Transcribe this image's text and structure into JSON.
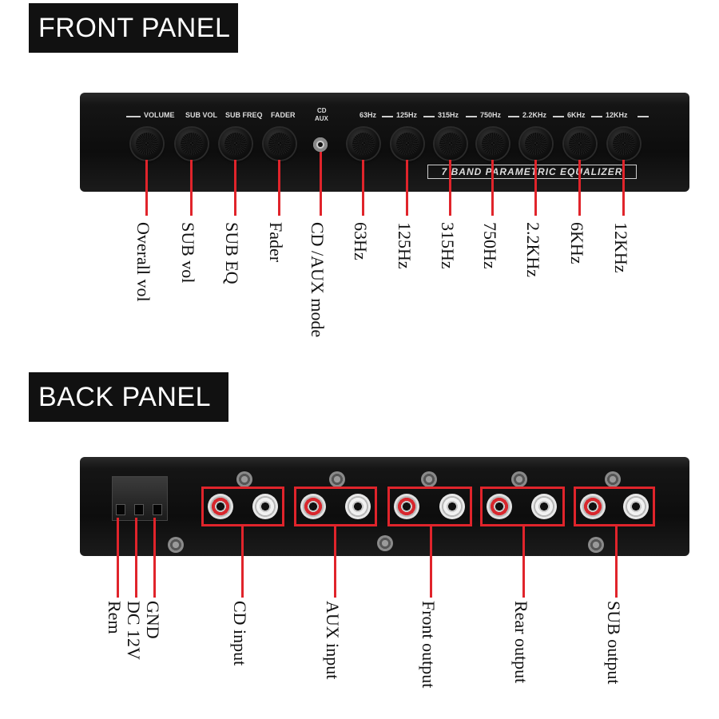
{
  "front_panel": {
    "title": "FRONT PANEL",
    "device_labels": {
      "volume": "VOLUME",
      "sub_vol": "SUB VOL",
      "sub_freq": "SUB FREQ",
      "fader": "FADER",
      "cd": "CD",
      "aux": "AUX",
      "hz63": "63Hz",
      "hz125": "125Hz",
      "hz315": "315Hz",
      "hz750": "750Hz",
      "khz22": "2.2KHz",
      "khz6": "6KHz",
      "khz12": "12KHz"
    },
    "badge": "7 BAND PARAMETRIC EQUALIZER",
    "callouts": [
      "Overall vol",
      "SUB vol",
      "SUB EQ",
      "Fader",
      "CD /AUX mode",
      "63Hz",
      "125Hz",
      "315Hz",
      "750Hz",
      "2.2KHz",
      "6KHz",
      "12KHz"
    ]
  },
  "back_panel": {
    "title": "BACK PANEL",
    "callouts": [
      "Rem",
      "DC 12V",
      "GND",
      "CD input",
      "AUX input",
      "Front output",
      "Rear output",
      "SUB output"
    ]
  },
  "colors": {
    "callout_line": "#e0242b",
    "banner_bg": "#111111",
    "device_body": "#111111"
  }
}
